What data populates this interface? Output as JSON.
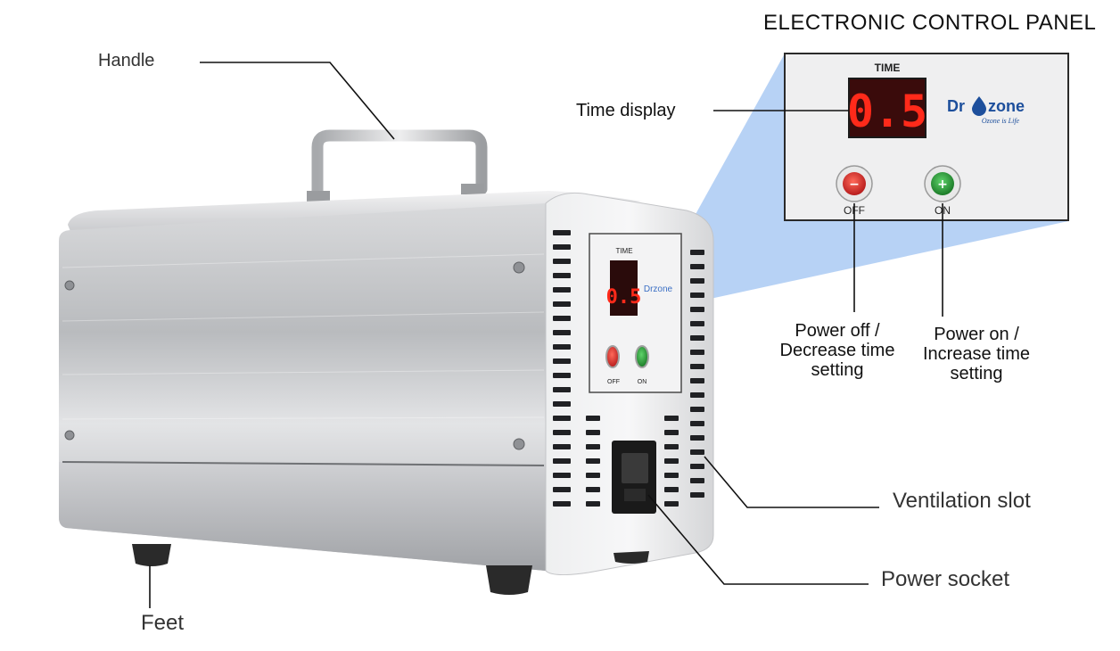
{
  "callouts": {
    "handle": "Handle",
    "time_display": "Time display",
    "power_off": [
      "Power off /",
      "Decrease time",
      "setting"
    ],
    "power_on": [
      "Power on /",
      "Increase time",
      "setting"
    ],
    "ventilation": "Ventilation slot",
    "power_socket": "Power socket",
    "feet": "Feet"
  },
  "inset": {
    "title": "ELECTRONIC CONTROL PANEL",
    "time_label": "TIME",
    "digits": "0.5",
    "brand": "Dr zone",
    "brand_prefix": "Dr",
    "brand_suffix": "zone",
    "tagline": "Ozone is Life",
    "off_label": "OFF",
    "on_label": "ON"
  },
  "device_panel": {
    "time_label": "TIME",
    "digits": "0.5",
    "brand": "Drzone",
    "off_label": "OFF",
    "on_label": "ON"
  },
  "colors": {
    "display_red": "#ff2a1a",
    "off_button": "#d32f2f",
    "on_button": "#2e9e3a",
    "highlight_beam": "#9fc3f2",
    "brand_blue": "#1d4f9c"
  }
}
